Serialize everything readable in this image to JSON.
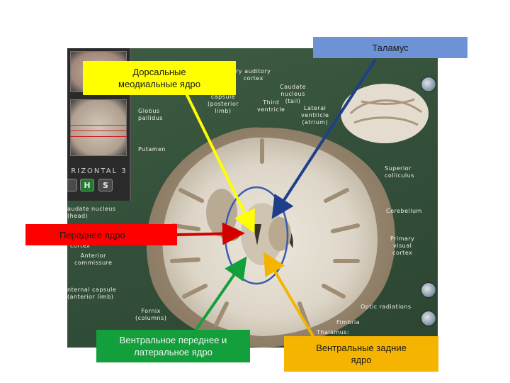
{
  "callouts": {
    "dorsal_medial": "Дорсальные\nмеодиальные ядро",
    "thalamus": "Таламус",
    "anterior": "Переднее ядро",
    "ventral_anterior_lateral": "Вентральное переднее и\nлатеральное ядро",
    "ventral_posterior": "Вентральные задние\nядро"
  },
  "atlas": {
    "view_label": "RIZONTAL 3",
    "buttons": {
      "h": "H",
      "s": "S"
    },
    "labels": {
      "auditory": "ry auditory\ncortex",
      "caudate_tail": "Caudate\nnucleus\n(tail)",
      "internal_capsule_post": "capsule\n(posterior\nlimb)",
      "third_ventricle": "Third\nventricle",
      "lateral_ventricle": "Lateral\nventricle\n(atrium)",
      "globus_pallidus": "Globus\npallidus",
      "putamen": "Putamen",
      "superior_colliculus": "Superior\ncolliculus",
      "caudate_head": "audate nucleus\n(head)",
      "cerebellum": "Cerebellum",
      "cortex_left": "cortex",
      "anterior_commissure": "Anterior\ncommissure",
      "primary_visual": "Primary\nvisual\ncortex",
      "internal_capsule_ant": "nternal capsule\n(anterior limb)",
      "fornix": "Fornix\n(columns)",
      "optic_radiations": "Optic radiations",
      "fimbria": "Fimbria",
      "thalamus_bottom": "Thalamus:"
    }
  },
  "colors": {
    "dorsal_arrow": "#ffff00",
    "thalamus_arrow": "#1f3f8a",
    "anterior_arrow": "#d40000",
    "ventral_anterior_arrow": "#13a03c",
    "ventral_posterior_arrow": "#f5b400",
    "thalamus_outline": "#3a5bb0"
  }
}
